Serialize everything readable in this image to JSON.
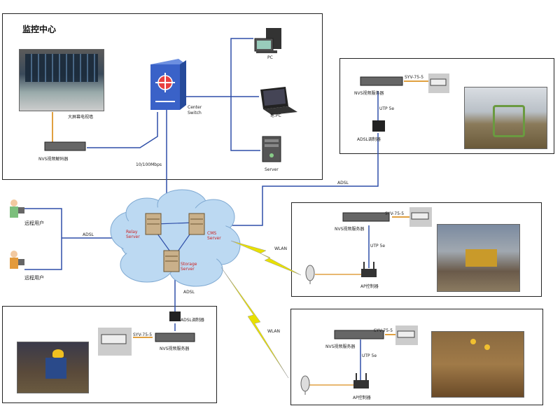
{
  "monitor_center": {
    "title": "监控中心",
    "big_screen_label": "大屏幕电视墙",
    "nvs_decoder_label": "NVS视频解码器",
    "center_switch_label": "Center Switch",
    "pc_label": "PC",
    "laptop_label": "笔.PC",
    "server_label": "Server",
    "speed_label": "10/100Mbps"
  },
  "network_cloud": {
    "relay_server_label": "Relay Server",
    "cms_server_label": "CMS Server",
    "storage_server_label": "Storage Server"
  },
  "remote_users": {
    "adsl_label": "ADSL",
    "user1_label": "远程用户",
    "user2_label": "远程用户"
  },
  "sites": {
    "site1": {
      "nvs_label": "NVS视频服务器",
      "cable_label": "SYV-75-5",
      "ftp_label": "UTP 5e",
      "modem_label": "ADSL调制器",
      "link_label": "ADSL"
    },
    "site2": {
      "nvs_label": "NVS视频服务器",
      "cable_label": "SYV-75-5",
      "ftp_label": "UTP 5e",
      "ap_label": "AP控制器",
      "link_label": "WLAN"
    },
    "site3": {
      "nvs_label": "NVS视频服务器",
      "cable_label": "SYV-75-5",
      "ftp_label": "UTP 5e",
      "ap_label": "AP控制器",
      "link_label": "WLAN"
    },
    "site4": {
      "nvs_label": "NVS视频服务器",
      "cable_label": "SYV-75-5",
      "modem_label": "ADSL调制器",
      "link_label": "ADSL"
    }
  },
  "colors": {
    "cloud": "#bcd9f2",
    "link": "#2f4fa8",
    "cable": "#e0a040",
    "lightning": "#e8e000",
    "switch": "#3a62c8"
  }
}
